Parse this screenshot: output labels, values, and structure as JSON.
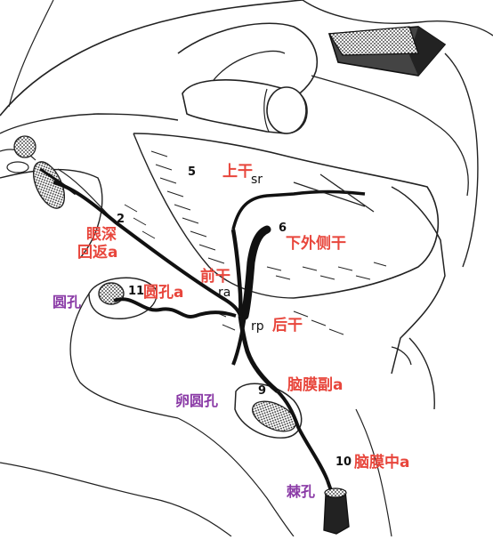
{
  "labels": {
    "n2": "2",
    "n5": "5",
    "n6": "6",
    "n9": "9",
    "n10": "10",
    "n11": "11",
    "sr": "sr",
    "ra": "ra",
    "rp": "rp",
    "upper_trunk": "上干",
    "lower_lateral_trunk": "下外侧干",
    "deep_recurrent_line1": "眼深",
    "deep_recurrent_line2": "回返a",
    "anterior_trunk": "前干",
    "foramen_rotundum_artery": "圆孔a",
    "posterior_trunk": "后干",
    "accessory_meningeal": "脑膜副a",
    "middle_meningeal": "脑膜中a",
    "foramen_rotundum": "圆孔",
    "foramen_ovale": "卵圆孔",
    "foramen_spinosum": "棘孔"
  },
  "colors": {
    "label_red": "#e8463c",
    "label_purple": "#8a3aa6",
    "line": "#111111"
  }
}
